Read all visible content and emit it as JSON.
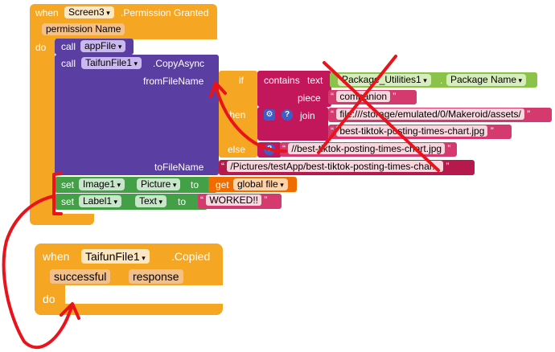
{
  "event1": {
    "when": "when",
    "component": "Screen3",
    "event": ".Permission Granted",
    "param": "permission Name",
    "do": "do"
  },
  "callAppFile": {
    "call": "call",
    "target": "appFile"
  },
  "copy": {
    "call": "call",
    "component": "TaifunFile1",
    "method": ".CopyAsync",
    "fromLabel": "fromFileName",
    "toLabel": "toFileName"
  },
  "ifBlock": {
    "if": "if",
    "then": "then",
    "else": "else",
    "contains": "contains",
    "text": "text",
    "piece": "piece",
    "pkgComponent": "Package_Utilities1",
    "pkgProp": "Package Name",
    "pieceValue": "companion",
    "join": "join",
    "joinA": "file:///storage/emulated/0/Makeroid/assets/",
    "joinB": "best-tiktok-posting-times-chart.jpg",
    "elseValue": "//best-tiktok-posting-times-chart.jpg"
  },
  "toValue": "/Pictures/testApp/best-tiktok-posting-times-char...",
  "setImage": {
    "set": "set",
    "component": "Image1",
    "prop": "Picture",
    "to": "to",
    "get": "get",
    "var": "global file"
  },
  "setLabel": {
    "set": "set",
    "component": "Label1",
    "prop": "Text",
    "to": "to",
    "value": "WORKED!!"
  },
  "event2": {
    "when": "when",
    "component": "TaifunFile1",
    "event": ".Copied",
    "param1": "successful",
    "param2": "response",
    "do": "do"
  },
  "colors": {
    "annotation": "#e8131b"
  }
}
